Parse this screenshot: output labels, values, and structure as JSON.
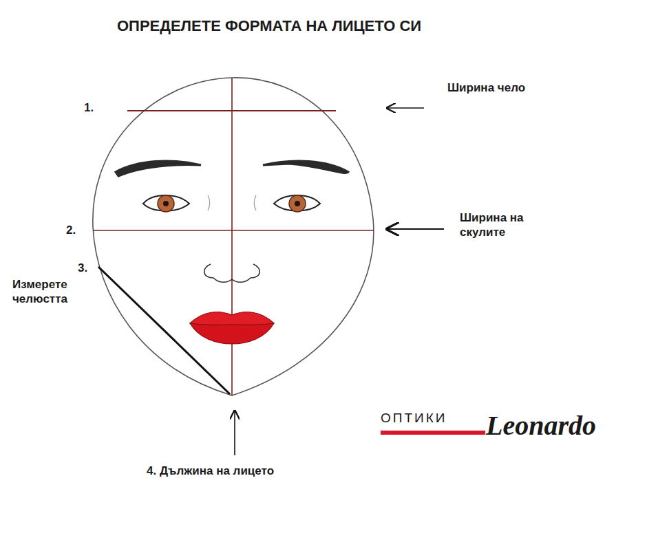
{
  "diagram": {
    "title": "ОПРЕДЕЛЕТЕ ФОРМАТА НА ЛИЦЕТО СИ",
    "labels": [
      "1.",
      "Ширина чело",
      "2.",
      "Ширина на скулите",
      "3.",
      "Измерете челюстта",
      "4. Дължина на лицето",
      "ОПТИКИ",
      "Leonardo"
    ]
  }
}
